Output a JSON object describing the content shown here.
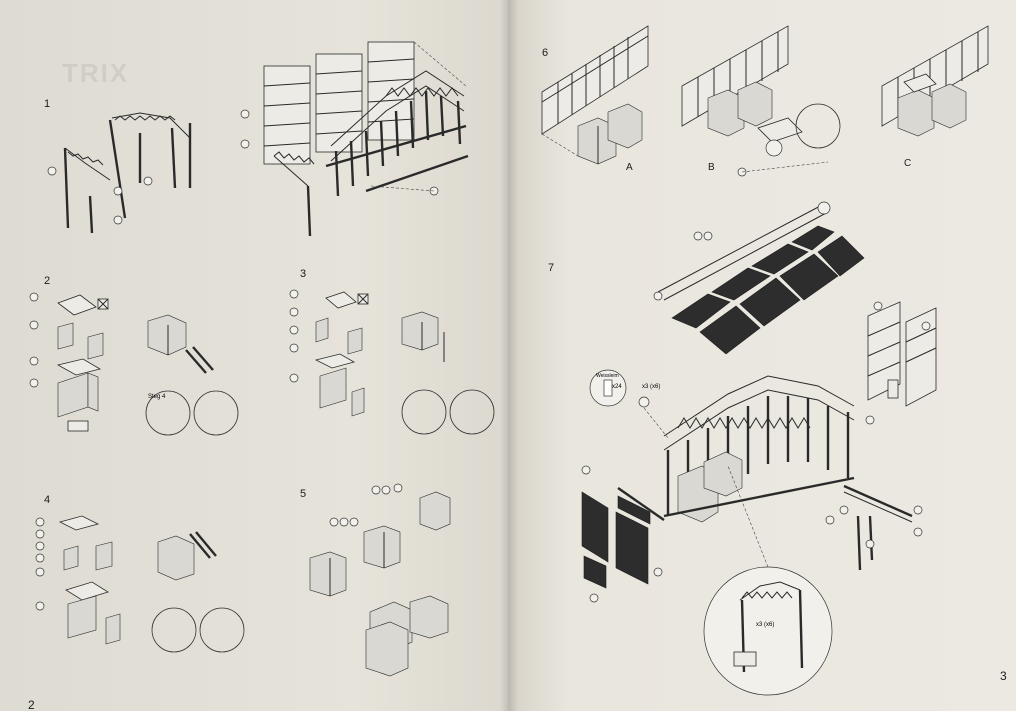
{
  "left_page": {
    "watermark": "TRIX",
    "steps": [
      "1",
      "2",
      "3",
      "4",
      "5"
    ],
    "page_number": "2",
    "annotation": "Steg 4"
  },
  "right_page": {
    "steps": [
      "6",
      "7"
    ],
    "variants": [
      "A",
      "B",
      "C"
    ],
    "page_number": "3",
    "glue_label": "Weissleim",
    "glue_count": "x24",
    "qty_label": "x3 (x6)",
    "qty_label_detail": "x3 (x6)"
  }
}
